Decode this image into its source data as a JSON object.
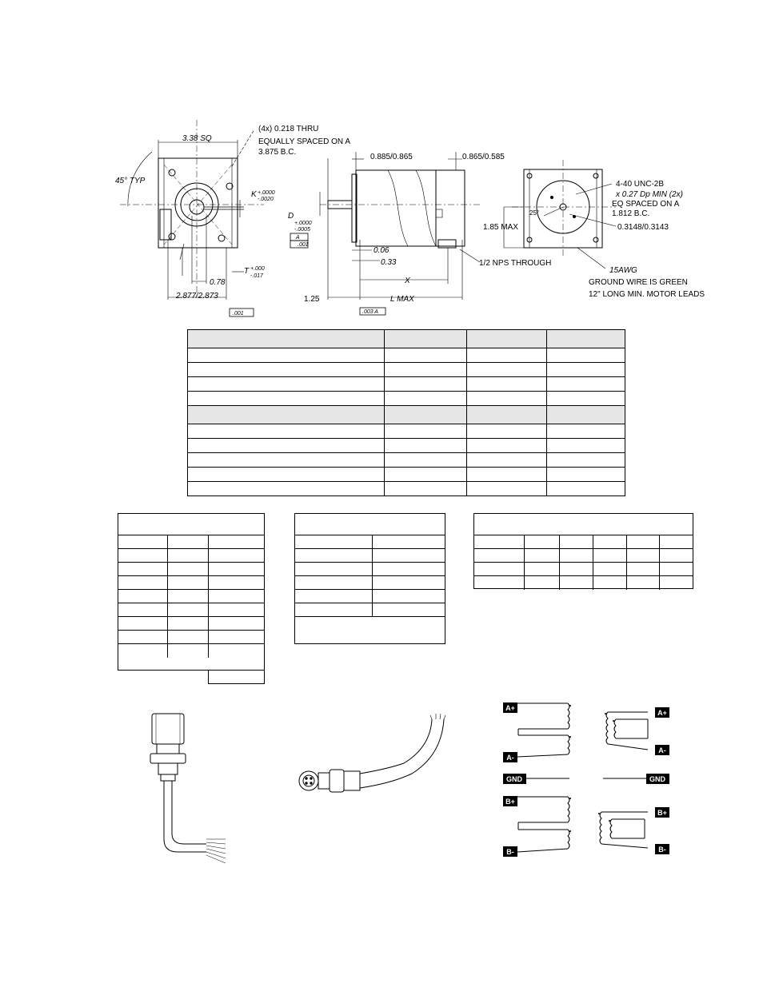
{
  "front_view": {
    "sq_label": "3.38 SQ",
    "typ_label": "45° TYP",
    "hole_label_1": "(4x) 0.218 THRU",
    "hole_label_2": "EQUALLY SPACED ON A",
    "hole_label_3": "3.875 B.C.",
    "k_label": "K",
    "k_tol_plus": "+.0000",
    "k_tol_minus": "-.0020",
    "t_label": "T",
    "t_tol_plus": "+.000",
    "t_tol_minus": "-.017",
    "dim_078": "0.78",
    "dim_2877": "2.877/2.873",
    "tol_box": ".001"
  },
  "side_view": {
    "dim_top_left": "0.885/0.865",
    "dim_top_right": "0.865/0.585",
    "d_label": "D",
    "d_tol_plus": "+.0000",
    "d_tol_minus": "-.0005",
    "datum_a": "A",
    "datum_tol": ".001",
    "dim_006": "0.06",
    "dim_033": "0.33",
    "nps_label": "1/2 NPS THROUGH",
    "x_label": "X",
    "dim_125": "1.25",
    "l_label": "L MAX",
    "tol_box": ".003 A"
  },
  "rear_view": {
    "unc_1": "4-40 UNC-2B",
    "unc_2": "x 0.27 Dp MIN (2x)",
    "unc_3": "EQ SPACED ON A",
    "unc_4": "1.812 B.C.",
    "angle": "25°",
    "max_label": "1.85 MAX",
    "dia_label": "0.3148/0.3143",
    "awg": "15AWG",
    "ground": "GROUND WIRE IS GREEN",
    "leads": "12\" LONG MIN. MOTOR LEADS"
  },
  "wiring": {
    "a_plus": "A+",
    "a_minus": "A-",
    "gnd": "GND",
    "b_plus": "B+",
    "b_minus": "B-"
  }
}
